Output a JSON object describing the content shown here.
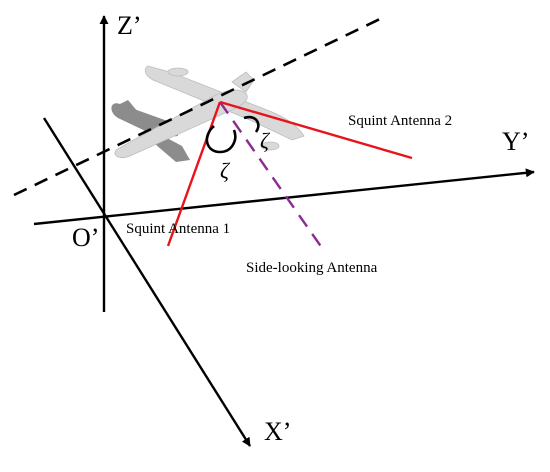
{
  "axes": {
    "z_label": "Z’",
    "y_label": "Y’",
    "x_label": "X’",
    "origin_label": "O’"
  },
  "antennas": {
    "squint_1": "Squint Antenna 1",
    "squint_2": "Squint Antenna 2",
    "side_looking": "Side-looking Antenna"
  },
  "angles": {
    "left_symbol": "ζ",
    "right_symbol": "ζ"
  },
  "colors": {
    "axis": "#000000",
    "squint_beam": "#e8141c",
    "side_beam": "#8b2a8f",
    "aircraft_body": "#d9d9d9",
    "aircraft_shadow": "#8c8c8c"
  }
}
